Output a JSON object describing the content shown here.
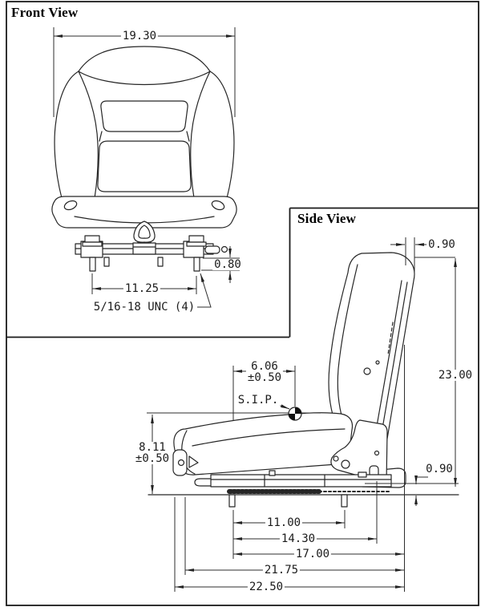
{
  "front_view": {
    "title": "Front View",
    "dim_width": "19.30",
    "dim_bolt_spacing": "11.25",
    "dim_stud_protrusion": "0.80",
    "thread_callout": "5/16-18 UNC (4)"
  },
  "side_view": {
    "title": "Side View",
    "dim_backrest_top_depth": "0.90",
    "dim_overall_height": "23.00",
    "dim_sip_setback": "6.06",
    "dim_sip_setback_tol": "±0.50",
    "sip_label": "S.I.P.",
    "dim_seat_height": "8.11",
    "dim_seat_height_tol": "±0.50",
    "dim_rail_height": "0.90",
    "dim_bolt_span": "11.00",
    "dim_rear_bracket": "14.30",
    "dim_base_length": "17.00",
    "dim_depth_to_back": "21.75",
    "dim_overall_depth": "22.50"
  }
}
